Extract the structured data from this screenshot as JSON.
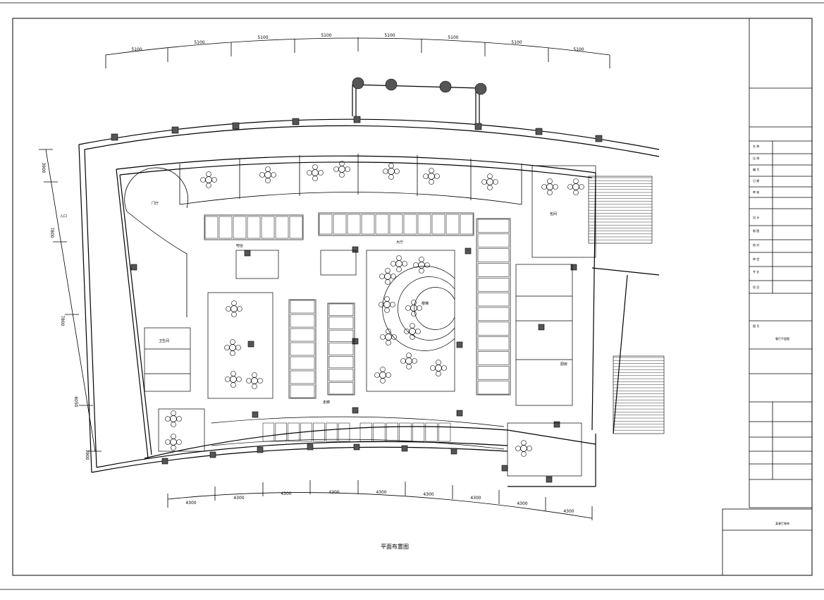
{
  "drawing": {
    "title": "平面布置图",
    "top_dimensions": [
      "5100",
      "5100",
      "5100",
      "5100",
      "5100",
      "5100",
      "5100",
      "5100"
    ],
    "bottom_dimensions": [
      "4300",
      "4300",
      "4300",
      "4300",
      "4300",
      "4300",
      "4300",
      "4300",
      "4300"
    ],
    "left_dimensions": [
      "3900",
      "7800",
      "7800",
      "6050",
      "3900"
    ],
    "labels": {
      "entrance": "门厅",
      "dining_hall": "大厅",
      "stair": "楼梯",
      "side_left": "入口",
      "corridor": "走廊",
      "kitchen": "厨房",
      "private_room": "包间",
      "restroom": "卫生间",
      "bar": "吧台"
    }
  },
  "title_block": {
    "rows": [
      "名 称",
      "比 例",
      "编 号",
      "日 期",
      "审 核",
      "设 计",
      "制 图",
      "校 对",
      "审 定",
      "专 业",
      "项 目",
      "图 号"
    ],
    "drawing_name": "餐厅平面图",
    "bottom_name": "某餐厅装修"
  }
}
